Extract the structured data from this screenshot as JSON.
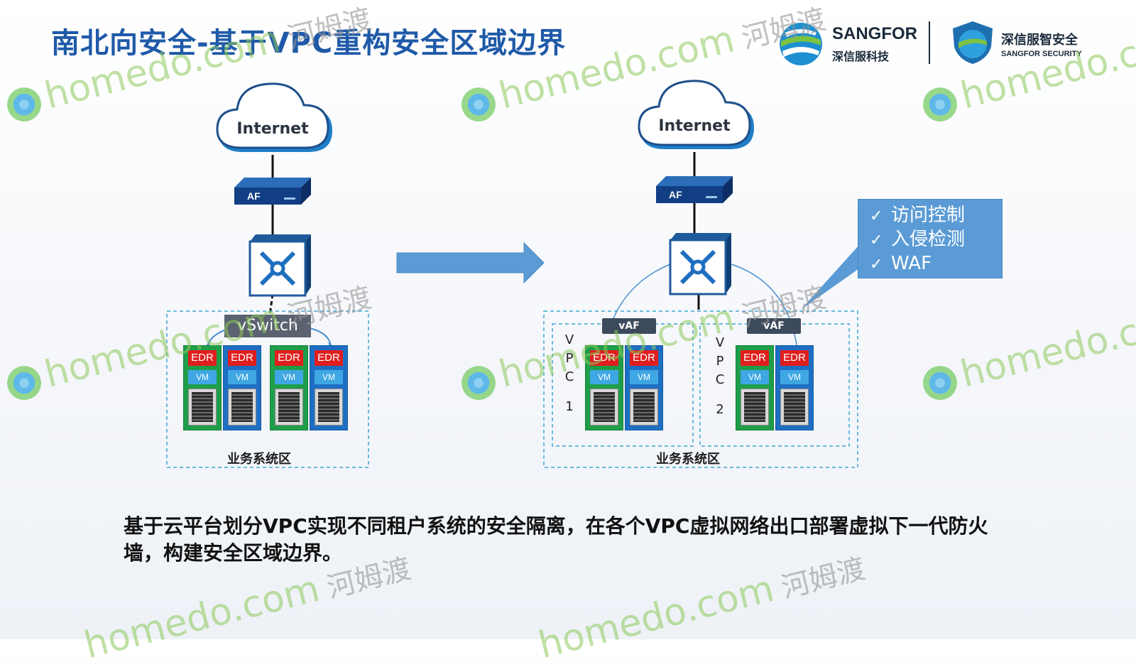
{
  "title": "南北向安全-基于VPC重构安全区域边界",
  "logos": {
    "sangfor_name": "SANGFOR",
    "sangfor_cn": "深信服科技",
    "security_cn": "深信服智安全",
    "security_en": "SANGFOR SECURITY"
  },
  "left_diagram": {
    "cloud_label": "Internet",
    "firewall_label": "AF",
    "switch_label": "vSwitch",
    "zone_label": "业务系统区",
    "servers": [
      {
        "edr": "EDR",
        "vm": "VM"
      },
      {
        "edr": "EDR",
        "vm": "VM"
      },
      {
        "edr": "EDR",
        "vm": "VM"
      },
      {
        "edr": "EDR",
        "vm": "VM"
      }
    ]
  },
  "right_diagram": {
    "cloud_label": "Internet",
    "firewall_label": "AF",
    "zone_label": "业务系统区",
    "vpcs": [
      {
        "vaf_label": "vAF",
        "letters": [
          "V",
          "P",
          "C"
        ],
        "number": "1",
        "servers": [
          {
            "edr": "EDR",
            "vm": "VM"
          },
          {
            "edr": "EDR",
            "vm": "VM"
          }
        ]
      },
      {
        "vaf_label": "vAF",
        "letters": [
          "V",
          "P",
          "C"
        ],
        "number": "2",
        "servers": [
          {
            "edr": "EDR",
            "vm": "VM"
          },
          {
            "edr": "EDR",
            "vm": "VM"
          }
        ]
      }
    ]
  },
  "callout": {
    "items": [
      "访问控制",
      "入侵检测",
      "WAF"
    ]
  },
  "description": "基于云平台划分VPC实现不同租户系统的安全隔离，在各个VPC虚拟网络出口部署虚拟下一代防火墙，构建安全区域边界。",
  "watermark": {
    "text": "homedo.com",
    "cn": "河姆渡"
  },
  "colors": {
    "title": "#1f5aa8",
    "edr": "#e01e1e",
    "server_green": "#1f9e4a",
    "server_blue": "#1e6fc4",
    "callout": "#5b9bd5",
    "arrow": "#5b9bd5"
  }
}
